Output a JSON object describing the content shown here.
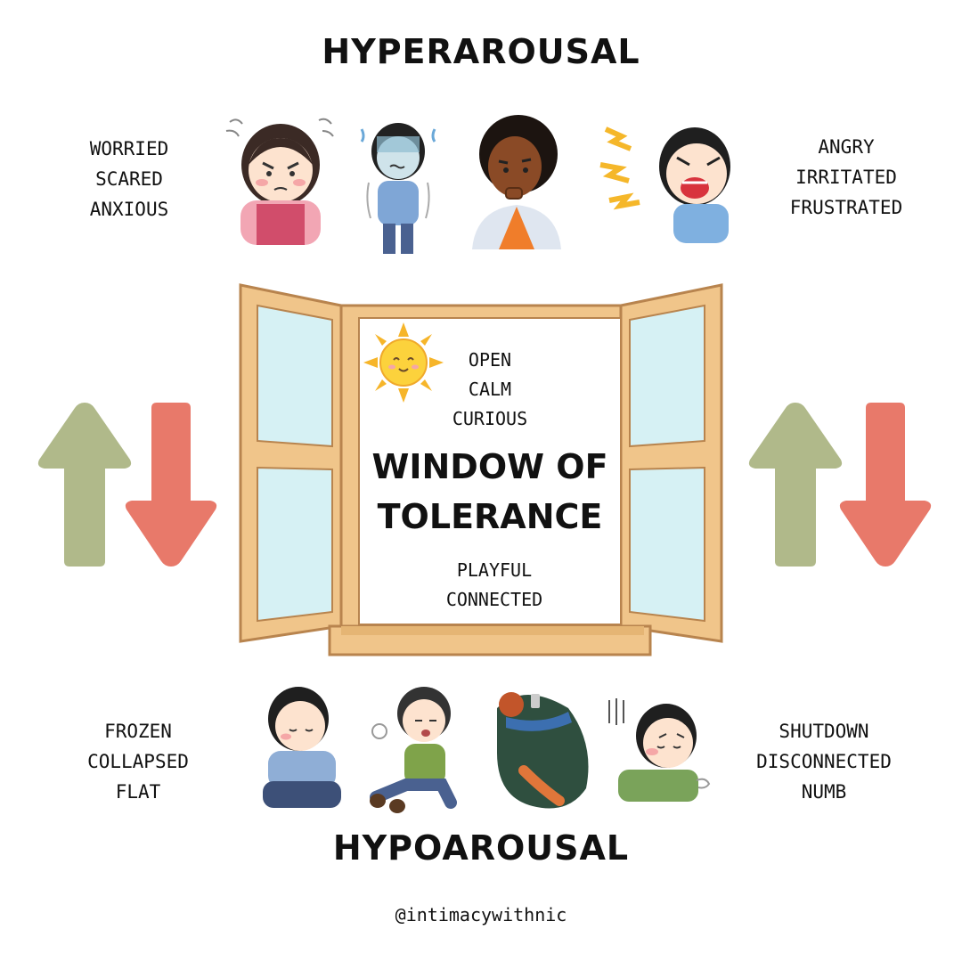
{
  "top_heading": "HYPERAROUSAL",
  "bottom_heading": "HYPOAROUSAL",
  "hyper_left_words": [
    "WORRIED",
    "SCARED",
    "ANXIOUS"
  ],
  "hyper_right_words": [
    "ANGRY",
    "IRRITATED",
    "FRUSTRATED"
  ],
  "hypo_left_words": [
    "FROZEN",
    "COLLAPSED",
    "FLAT"
  ],
  "hypo_right_words": [
    "SHUTDOWN",
    "DISCONNECTED",
    "NUMB"
  ],
  "window": {
    "top_words": [
      "OPEN",
      "CALM",
      "CURIOUS"
    ],
    "title_line1": "WINDOW OF",
    "title_line2": "TOLERANCE",
    "bottom_words": [
      "PLAYFUL",
      "CONNECTED"
    ]
  },
  "handle": "@intimacywithnic",
  "colors": {
    "up_arrow": "#b0b98a",
    "down_arrow": "#e8796a",
    "window_frame": "#f0c58a",
    "window_outline": "#b8844e",
    "glass": "#d6f1f4"
  },
  "icons": {
    "hyper_figures": [
      "angry-girl-icon",
      "shivering-boy-icon",
      "nervous-woman-icon",
      "shouting-boy-icon"
    ],
    "hypo_figures": [
      "sad-sitting-boy-icon",
      "exhausted-boy-icon",
      "hugging-knees-person-icon",
      "gloomy-boy-icon"
    ],
    "sun": "smiling-sun-icon"
  }
}
